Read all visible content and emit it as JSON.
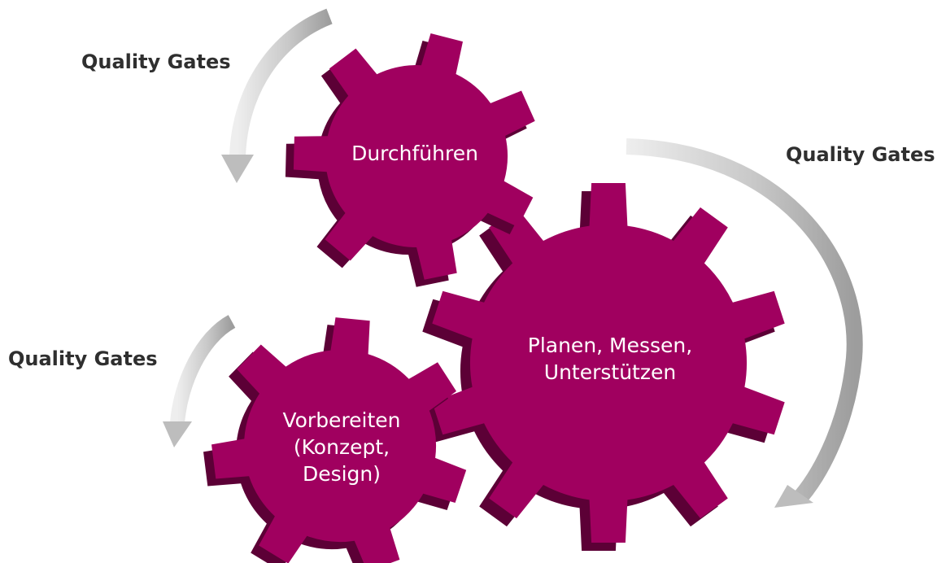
{
  "colors": {
    "gear_fill": "#a0005f",
    "gear_shadow": "#5c0036",
    "arrow_light": "#d2d2d2",
    "arrow_dark": "#9a9a9a",
    "label_text": "#2f2f2f",
    "gear_text": "#ffffff"
  },
  "gears": {
    "execute": {
      "lines": [
        "Durchführen"
      ]
    },
    "plan": {
      "lines": [
        "Planen, Messen,",
        "Unterstützen"
      ]
    },
    "prepare": {
      "lines": [
        "Vorbereiten",
        "(Konzept,",
        "Design)"
      ]
    }
  },
  "quality_gates": {
    "top_left": "Quality Gates",
    "right": "Quality Gates",
    "left": "Quality Gates"
  }
}
